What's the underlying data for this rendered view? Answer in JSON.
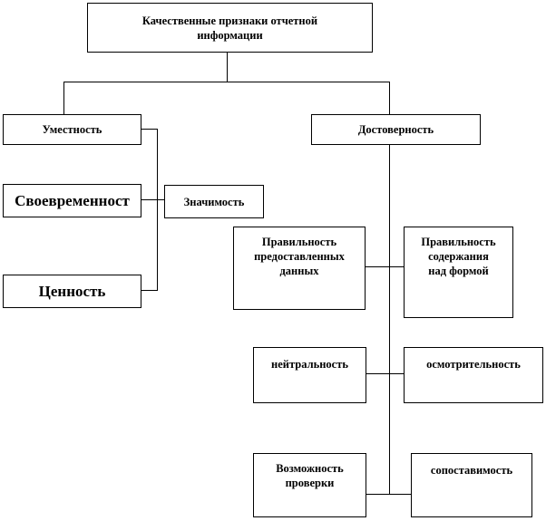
{
  "diagram": {
    "title": "Качественные признаки отчетной\nинформации",
    "relevance": "Уместность",
    "reliability": "Достоверность",
    "timeliness": "Своевременност",
    "significance": "Значимость",
    "value": "Ценность",
    "correctness_of_data": "Правильность\nпредоставленных\nданных",
    "substance_over_form": "Правильность\nсодержания\nнад формой",
    "neutrality": "нейтральность",
    "prudence": "осмотрительность",
    "verifiability": "Возможность\nпроверки",
    "comparability": "сопоставимость"
  }
}
